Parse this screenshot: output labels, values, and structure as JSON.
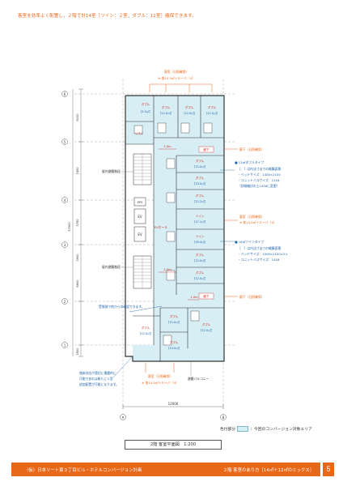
{
  "heading": "客室を効率よく配置し，２階で計14室［ツイン：２室，ダブル：12室］確保できます。",
  "axis_labels": {
    "rows": [
      "6",
      "5",
      "4",
      "3",
      "2",
      "1"
    ],
    "cols": [
      "A",
      "B"
    ]
  },
  "dimensions": {
    "left": [
      "5100",
      "7400",
      "3750",
      "3900",
      "6600",
      "1600"
    ],
    "total": "37900",
    "bottom": "12600"
  },
  "annotations": {
    "room_top": "客室（日照確保）",
    "room_top_sub": "※ 各14.5㎡＋ルーバ（4）",
    "corridor1": "廊下（日照確保）",
    "double_title": "■ 12㎡ダブルタイプ",
    "double_lines": [
      "［　］は内法寸法での概算面積",
      "・ベッドサイズ：1400×2100",
      "・ユニットバスサイズ：1216",
      "（詳細検討の上1418に変更）"
    ],
    "room_mid": "客室（日照確保）",
    "room_mid_sub": "※ 各14.5㎡＋ルーバ（4）",
    "twin_title": "■ 16㎡ツインタイプ",
    "twin_lines": [
      "［　］は内法寸法での概算面積",
      "・ベッドサイズ：1000×2100×2ヶ",
      "・ユニットバスサイズ：1418"
    ],
    "corridor2": "廊下（日照確保）",
    "reception": "受領部で他からの確認できます。",
    "note_lines": [
      "増床対応が適切に遭遇的に",
      "可能であれば新たに１室",
      "追加配置が可能になります。"
    ],
    "room_bottom": "客室（日照確保）",
    "room_bottom_sub": "※ 各14.5㎡＋ルーバ（4）",
    "balcony": "避難バルコニー",
    "stair_upper": "屋内避難階段",
    "stair_lower": "屋内避難階段",
    "eps": "EPS",
    "ev": "EV",
    "ev_hall": "EVホール",
    "linen": "リネン",
    "corridor_label": "廊下",
    "width_label": "1.0m",
    "room_size_small": "［4.2㎡］",
    "double": "ダブル",
    "twin": "ツイン",
    "rooms_upper": [
      "［12.0㎡］",
      "［12.0㎡］",
      "［12.2㎡］"
    ],
    "rooms_right": [
      "［12.0㎡］",
      "［13.0㎡］",
      "［12.2㎡］",
      "［17.1㎡］",
      "［16.4㎡］",
      "［12.0㎡］",
      "［12.0㎡］"
    ],
    "rooms_lower": [
      "［12.0㎡］",
      "［12.0㎡］",
      "［12.0㎡］",
      "［13.0㎡］"
    ]
  },
  "legend": {
    "prefix": "色付部分",
    "text": "：今回のコンバージョン対象エリア"
  },
  "caption": "2階 客室平面図　1:200",
  "footer": {
    "left": "（仮）日本リート東３丁目ビル・ホテルコンバージョン計画",
    "right": "２階 客室のあり方［14㎡＋12㎡のミックス］"
  },
  "page_number": "5",
  "colors": {
    "accent": "#e8681a",
    "plan_fill": "#d6eef4",
    "wall": "#333333",
    "note_blue": "#1a5fa8",
    "red": "#d42a1f"
  }
}
